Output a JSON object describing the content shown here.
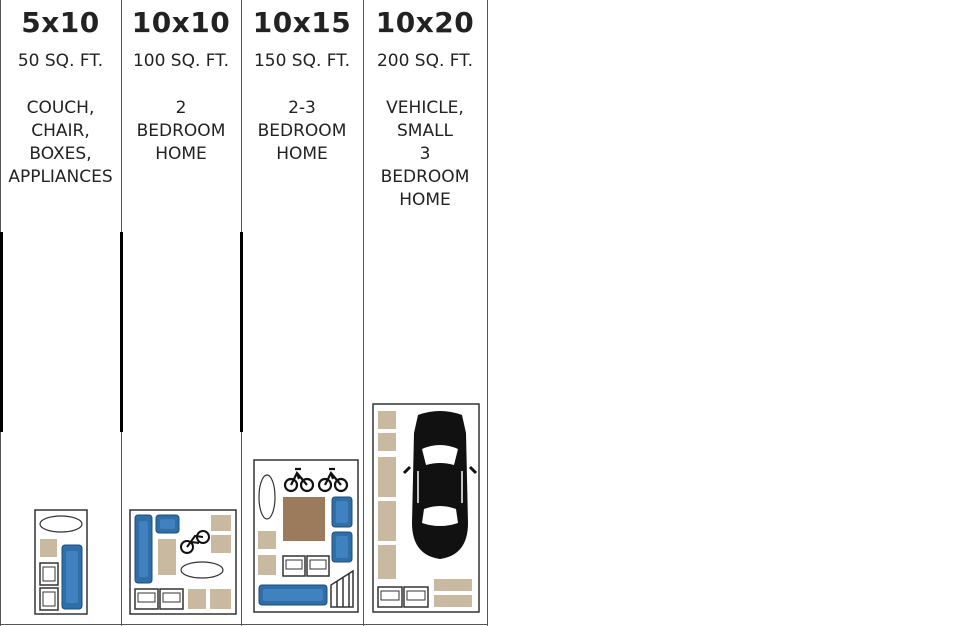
{
  "units": [
    {
      "size": "5x10",
      "area": "50 SQ. FT.",
      "description": "COUCH,\nCHAIR,\nBOXES,\nAPPLIANCES"
    },
    {
      "size": "10x10",
      "area": "100 SQ. FT.",
      "description": "2\nBEDROOM\nHOME"
    },
    {
      "size": "10x15",
      "area": "150 SQ. FT.",
      "description": "2-3\nBEDROOM\nHOME"
    },
    {
      "size": "10x20",
      "area": "200 SQ. FT.",
      "description": "VEHICLE,\nSMALL\n3\nBEDROOM\nHOME"
    }
  ],
  "colors": {
    "box": "#c9b9a1",
    "sofa": "#2f6ea6",
    "table": "#9b7b5b",
    "line": "#555555"
  },
  "icons": [
    "mattress-icon",
    "box-icon",
    "sofa-icon",
    "appliance-icon",
    "bicycle-icon",
    "table-icon",
    "car-icon",
    "ladder-icon"
  ]
}
